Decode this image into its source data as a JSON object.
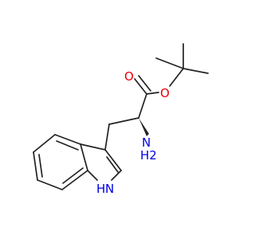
{
  "molecule": {
    "atoms": {
      "carbonyl_oxygen": "O",
      "ester_oxygen": "O",
      "amino_n": "N",
      "amino_h2": "H2",
      "indole_nh": "H",
      "indole_n": "N"
    },
    "colors": {
      "bond": "#222222",
      "oxygen": "#e8000b",
      "nitrogen": "#0000e0",
      "background": "#ffffff"
    }
  }
}
